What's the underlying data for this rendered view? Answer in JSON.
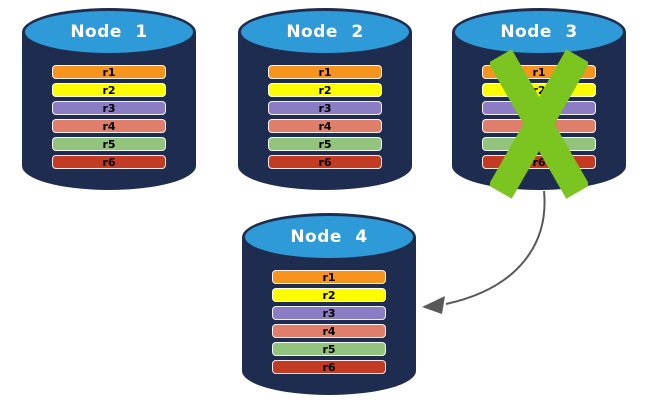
{
  "diagram": {
    "background": "#ffffff",
    "nodes": [
      {
        "id": "node-1",
        "label": "Node 1",
        "status": "active"
      },
      {
        "id": "node-2",
        "label": "Node 2",
        "status": "active"
      },
      {
        "id": "node-3",
        "label": "Node 3",
        "status": "failed"
      },
      {
        "id": "node-4",
        "label": "Node 4",
        "status": "active"
      }
    ],
    "rows": [
      {
        "label": "r1",
        "color": "#f7941e"
      },
      {
        "label": "r2",
        "color": "#fdfd00"
      },
      {
        "label": "r3",
        "color": "#8c7cc4"
      },
      {
        "label": "r4",
        "color": "#de7e6b"
      },
      {
        "label": "r5",
        "color": "#93c47d"
      },
      {
        "label": "r6",
        "color": "#c33b22"
      }
    ],
    "colors": {
      "cylinder_body": "#1e2d4f",
      "cylinder_top": "#2f9ad8",
      "node_label_text": "#ffffff",
      "replica_label_text": "#000000",
      "failed_x": "#7cc41f",
      "arrow": "#595959"
    },
    "arrow": {
      "from": "Node 3",
      "to": "Node 4"
    }
  }
}
